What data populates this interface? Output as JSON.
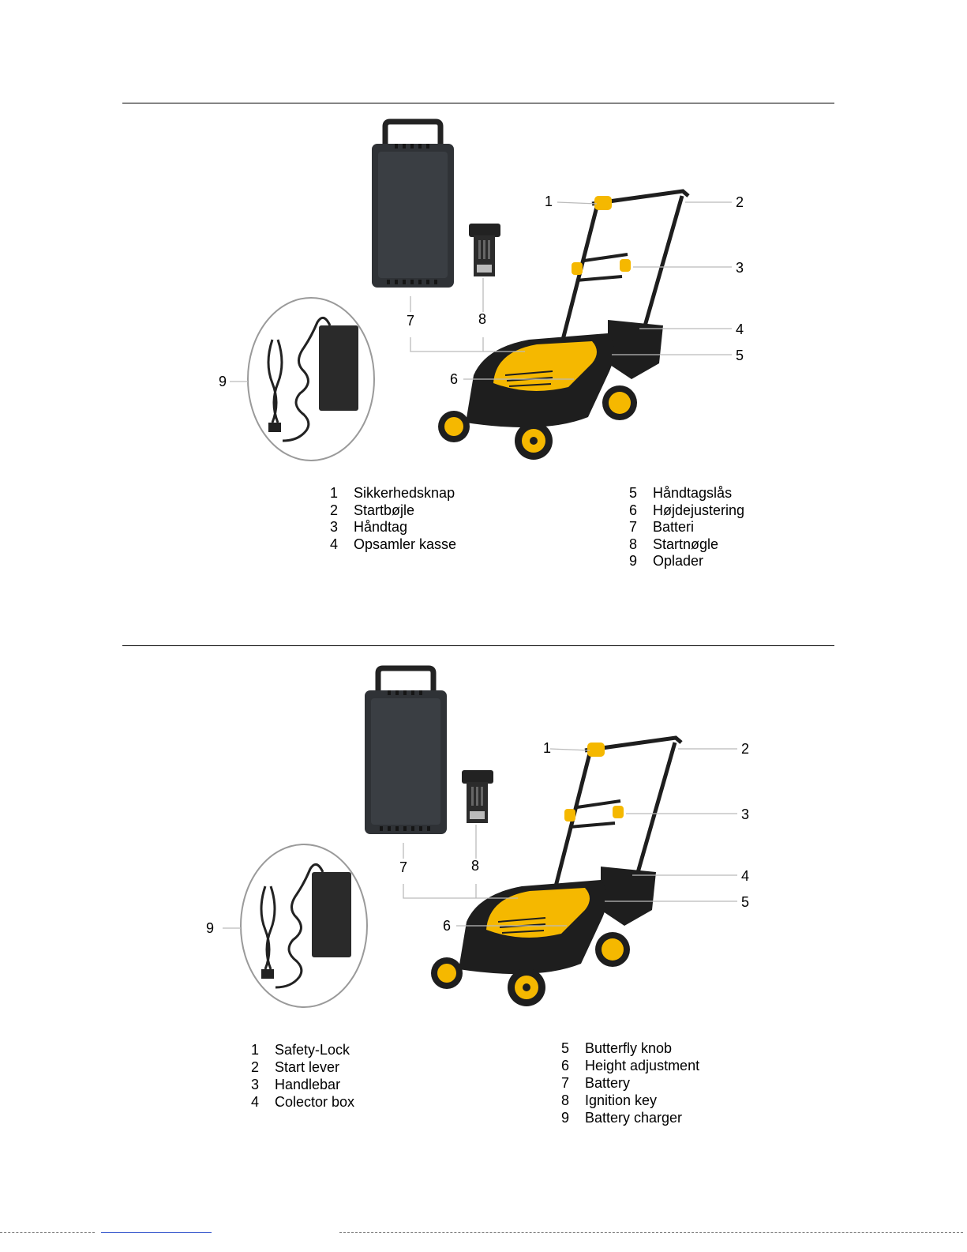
{
  "sections": [
    {
      "lang": "da",
      "callouts": [
        "1",
        "2",
        "3",
        "4",
        "5",
        "6",
        "7",
        "8",
        "9"
      ],
      "legend_left": [
        {
          "num": "1",
          "label": "Sikkerhedsknap"
        },
        {
          "num": "2",
          "label": "Startbøjle"
        },
        {
          "num": "3",
          "label": "Håndtag"
        },
        {
          "num": "4",
          "label": "Opsamler kasse"
        }
      ],
      "legend_right": [
        {
          "num": "5",
          "label": "Håndtagslås"
        },
        {
          "num": "6",
          "label": "Højdejustering"
        },
        {
          "num": "7",
          "label": "Batteri"
        },
        {
          "num": "8",
          "label": "Startnøgle"
        },
        {
          "num": "9",
          "label": "Oplader"
        }
      ]
    },
    {
      "lang": "en",
      "callouts": [
        "1",
        "2",
        "3",
        "4",
        "5",
        "6",
        "7",
        "8",
        "9"
      ],
      "legend_left": [
        {
          "num": "1",
          "label": "Safety-Lock"
        },
        {
          "num": "2",
          "label": "Start lever"
        },
        {
          "num": "3",
          "label": "Handlebar"
        },
        {
          "num": "4",
          "label": "Colector box"
        }
      ],
      "legend_right": [
        {
          "num": "5",
          "label": "Butterfly knob"
        },
        {
          "num": "6",
          "label": "Height adjustment"
        },
        {
          "num": "7",
          "label": "Battery"
        },
        {
          "num": "8",
          "label": "Ignition key"
        },
        {
          "num": "9",
          "label": "Battery charger"
        }
      ]
    }
  ],
  "colors": {
    "mower_yellow": "#f5b800",
    "mower_black": "#1e1e1e",
    "battery_gray": "#2f3236"
  }
}
